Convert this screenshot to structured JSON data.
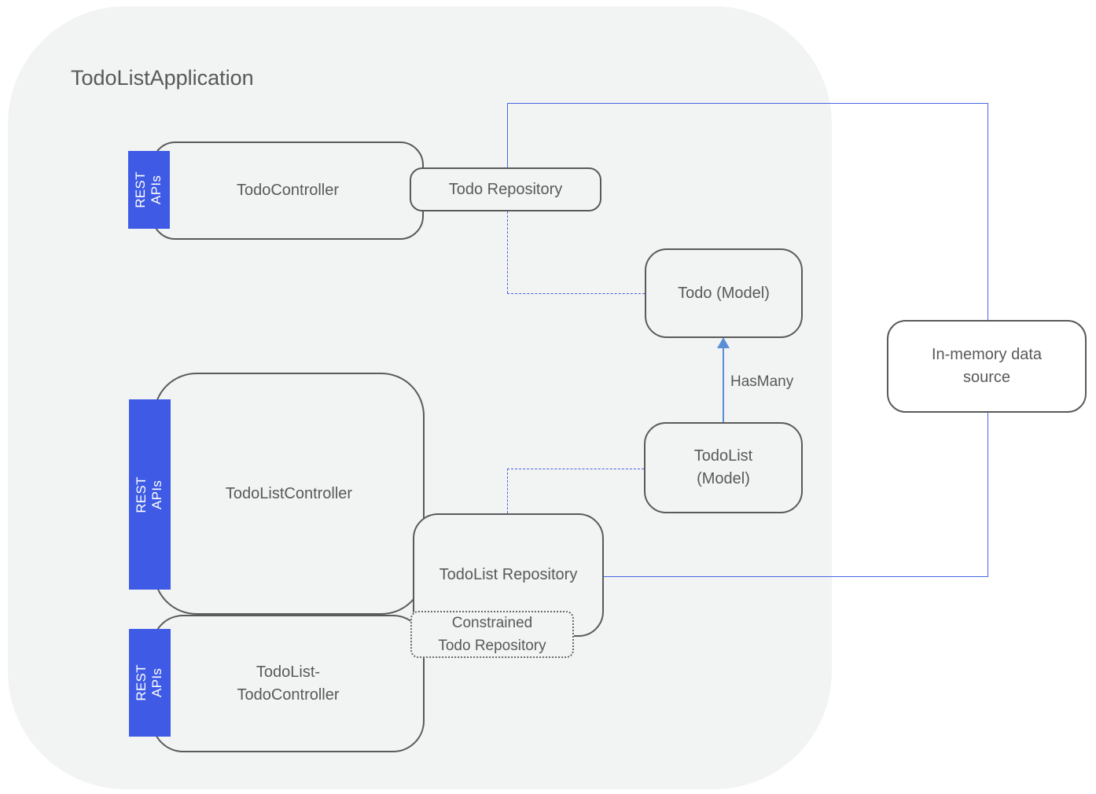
{
  "title": "TodoListApplication",
  "colors": {
    "canvas_blob": "#f2f3f3",
    "page_background": "#ffffff",
    "node_border_gray": "#5a5a5a",
    "text_gray": "#595959",
    "badge_blue": "#3f5be6",
    "connector_blue": "#4565e4",
    "dashed_connector_blue": "#4a63e8",
    "hasmany_arrow_blue": "#5a8fd6"
  },
  "nodes": {
    "todo_controller": {
      "label": "TodoController"
    },
    "todo_repository": {
      "label": "Todo Repository"
    },
    "todo_model": {
      "label": "Todo (Model)"
    },
    "in_memory_data_source": {
      "label": "In-memory data\nsource"
    },
    "todolist_model": {
      "label": "TodoList\n(Model)"
    },
    "todolist_controller": {
      "label": "TodoListController"
    },
    "todolist_repository": {
      "label": "TodoList Repository"
    },
    "constrained_todo_repository": {
      "label": "Constrained\nTodo Repository"
    },
    "todolist_todo_controller": {
      "label": "TodoList-\nTodoController"
    }
  },
  "badges": {
    "rest_apis_top": {
      "label": "REST\nAPIs"
    },
    "rest_apis_middle": {
      "label": "REST APIs"
    },
    "rest_apis_bottom": {
      "label": "REST APIs"
    }
  },
  "edges": {
    "has_many_label": "HasMany"
  }
}
